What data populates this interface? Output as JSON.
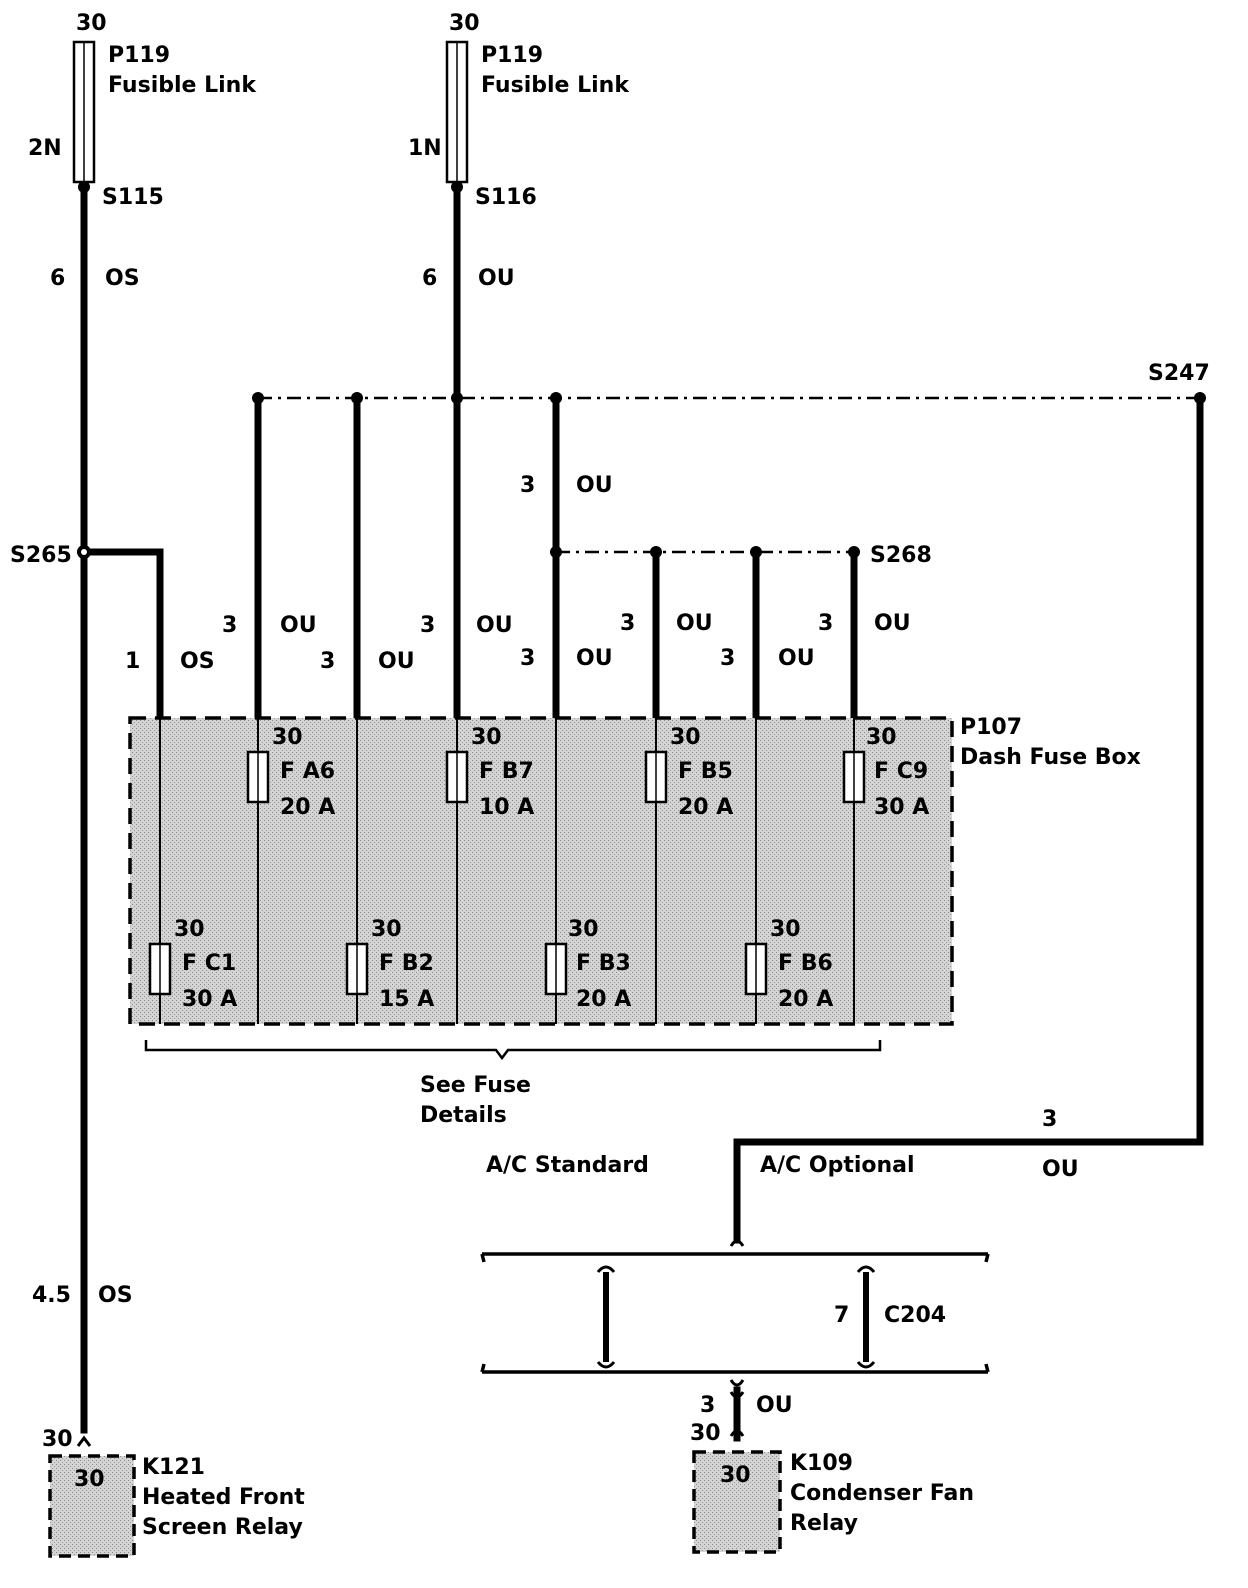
{
  "top": {
    "left": {
      "voltage": "30",
      "ref": "P119",
      "name": "Fusible Link",
      "rating": "2N",
      "splice": "S115",
      "size": "6",
      "colour": "OS"
    },
    "right": {
      "voltage": "30",
      "ref": "P119",
      "name": "Fusible Link",
      "rating": "1N",
      "splice": "S116",
      "size": "6",
      "colour": "OU"
    }
  },
  "splices": {
    "s247": "S247",
    "s265": "S265",
    "s268": "S268"
  },
  "wire_labels": {
    "w_s268_size": "3",
    "w_s268_colour": "OU",
    "c1_size": "1",
    "c1_colour": "OS",
    "a6_size": "3",
    "a6_colour": "OU",
    "b2_size": "3",
    "b2_colour": "OU",
    "b7_size": "3",
    "b7_colour": "OU",
    "b3_size": "3",
    "b3_colour": "OU",
    "b5_size": "3",
    "b5_colour": "OU",
    "b6_size": "3",
    "b6_colour": "OU",
    "c9_size": "3",
    "c9_colour": "OU"
  },
  "fuse_box": {
    "ref": "P107",
    "name": "Dash Fuse Box"
  },
  "fuses": [
    {
      "voltage": "30",
      "id": "F C1",
      "amps": "30 A"
    },
    {
      "voltage": "30",
      "id": "F A6",
      "amps": "20 A"
    },
    {
      "voltage": "30",
      "id": "F B2",
      "amps": "15 A"
    },
    {
      "voltage": "30",
      "id": "F B7",
      "amps": "10 A"
    },
    {
      "voltage": "30",
      "id": "F B3",
      "amps": "20 A"
    },
    {
      "voltage": "30",
      "id": "F B5",
      "amps": "20 A"
    },
    {
      "voltage": "30",
      "id": "F B6",
      "amps": "20 A"
    },
    {
      "voltage": "30",
      "id": "F C9",
      "amps": "30 A"
    }
  ],
  "see_fuse": {
    "line1": "See Fuse",
    "line2": "Details"
  },
  "ac": {
    "standard": "A/C Standard",
    "optional": "A/C Optional",
    "size": "3",
    "colour": "OU"
  },
  "connector": {
    "pin": "7",
    "ref": "C204"
  },
  "relay_k121": {
    "wire_size": "4.5",
    "wire_colour": "OS",
    "voltage": "30",
    "inner": "30",
    "ref": "K121",
    "line1": "Heated Front",
    "line2": "Screen Relay"
  },
  "relay_k109": {
    "wire_size": "3",
    "wire_colour": "OU",
    "voltage": "30",
    "inner": "30",
    "ref": "K109",
    "line1": "Condenser Fan",
    "line2": "Relay"
  }
}
